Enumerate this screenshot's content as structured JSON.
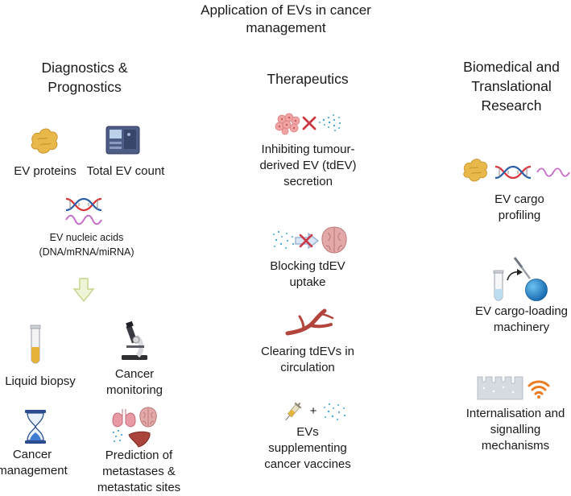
{
  "title": "Application of EVs in cancer management",
  "columns": {
    "diagnostics": {
      "heading": "Diagnostics & Prognostics",
      "items": {
        "ev_proteins": "EV proteins",
        "total_ev_count": "Total EV count",
        "ev_nucleic_acids": "EV nucleic acids (DNA/mRNA/miRNA)",
        "liquid_biopsy": "Liquid biopsy",
        "cancer_monitoring": "Cancer monitoring",
        "cancer_management": "Cancer management",
        "prediction": "Prediction of metastases & metastatic sites"
      }
    },
    "therapeutics": {
      "heading": "Therapeutics",
      "items": {
        "inhibiting": "Inhibiting tumour-derived EV (tdEV) secretion",
        "blocking": "Blocking tdEV uptake",
        "clearing": "Clearing tdEVs in circulation",
        "vaccines": "EVs supplementing cancer vaccines",
        "plus_sign": "+"
      }
    },
    "research": {
      "heading": "Biomedical and Translational Research",
      "items": {
        "cargo_profiling": "EV cargo profiling",
        "cargo_loading": "EV cargo-loading machinery",
        "internalisation": "Internalisation and signalling mechanisms"
      }
    }
  },
  "icons": [
    "protein-icon",
    "cell-counter-icon",
    "dna-icon",
    "rna-icon",
    "down-arrow-icon",
    "test-tube-icon",
    "microscope-icon",
    "hourglass-icon",
    "lungs-icon",
    "brain-icon",
    "liver-icon",
    "tumour-cells-icon",
    "cross-icon",
    "ev-particles-icon",
    "blood-vessel-icon",
    "syringe-icon",
    "needle-loading-icon",
    "sphere-icon",
    "membrane-icon",
    "wifi-signal-icon"
  ],
  "colors": {
    "protein": "#e8b84a",
    "dna_red": "#d8343a",
    "dna_blue": "#2b5fa8",
    "rna": "#c76cc9",
    "arrow": "#d7e6a4",
    "cross": "#c93a45",
    "ev_dots": "#4aa7d6",
    "vessel": "#b2443c",
    "sphere": "#1f84c9",
    "signal": "#ea7c25",
    "tumour": "#ef9a9a"
  }
}
